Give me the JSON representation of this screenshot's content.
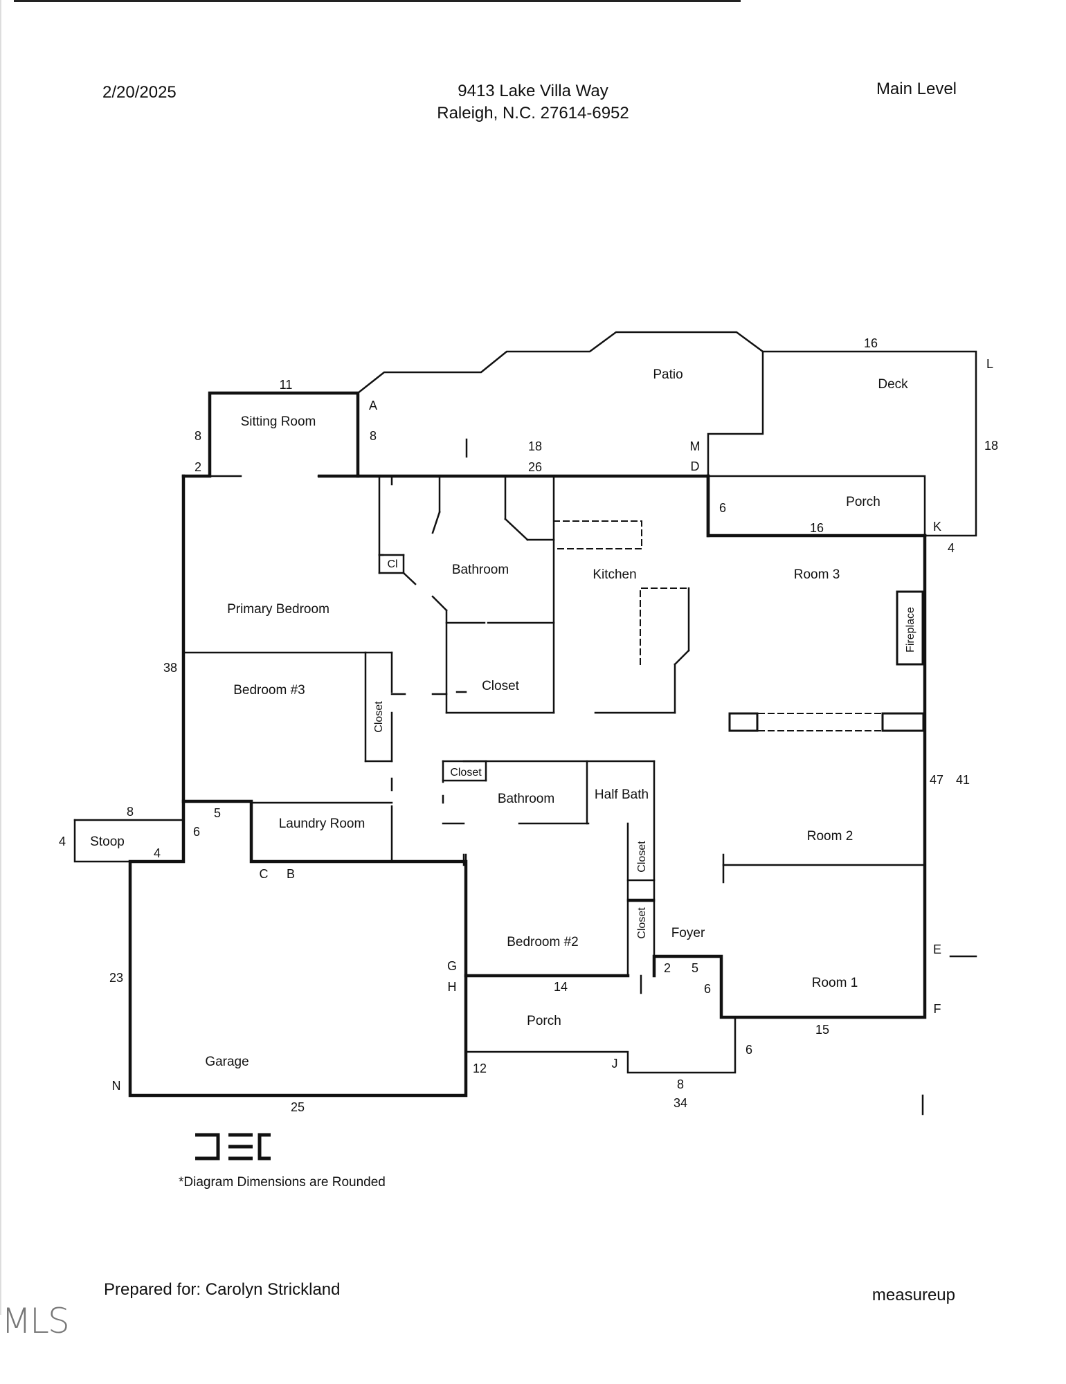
{
  "header": {
    "date": "2/20/2025",
    "address_line1": "9413 Lake Villa Way",
    "address_line2": "Raleigh, N.C. 27614-6952",
    "level": "Main Level"
  },
  "rooms": {
    "sitting_room": "Sitting Room",
    "patio": "Patio",
    "deck": "Deck",
    "porch_back": "Porch",
    "bathroom_primary": "Bathroom",
    "cl": "Cl",
    "kitchen": "Kitchen",
    "room3": "Room 3",
    "primary_bedroom": "Primary Bedroom",
    "fireplace": "Fireplace",
    "closet_walkin": "Closet",
    "bedroom3": "Bedroom #3",
    "closet_bed3": "Closet",
    "closet_small": "Closet",
    "bathroom_hall": "Bathroom",
    "half_bath": "Half Bath",
    "laundry": "Laundry Room",
    "stoop": "Stoop",
    "room2": "Room 2",
    "closet_hall1": "Closet",
    "closet_hall2": "Closet",
    "foyer": "Foyer",
    "bedroom2": "Bedroom #2",
    "room1": "Room 1",
    "porch_front": "Porch",
    "garage": "Garage"
  },
  "dimensions": {
    "d11": "11",
    "d8a": "8",
    "d2": "2",
    "d8b": "8",
    "d18top": "18",
    "d26": "26",
    "d16top": "16",
    "d18right": "18",
    "d6porch": "6",
    "d16porch": "16",
    "d4right": "4",
    "d38": "38",
    "d47": "47",
    "d41": "41",
    "d8stoop": "8",
    "d4stoop_l": "4",
    "d4stoop_r": "4",
    "d5": "5",
    "d6laundry": "6",
    "d23": "23",
    "d25": "25",
    "d14": "14",
    "d2foyer": "2",
    "d5foyer": "5",
    "d6foyer": "6",
    "d15": "15",
    "d6front": "6",
    "d12": "12",
    "d8front": "8",
    "d34": "34"
  },
  "points": {
    "A": "A",
    "B": "B",
    "C": "C",
    "D": "D",
    "E": "E",
    "F": "F",
    "G": "G",
    "H": "H",
    "J": "J",
    "K": "K",
    "L": "L",
    "M": "M",
    "N": "N"
  },
  "footer": {
    "note": "*Diagram Dimensions are Rounded",
    "prepared_for": "Prepared for: Carolyn Strickland",
    "brand": "measureup",
    "logo_text": "DEC",
    "watermark": "MLS"
  }
}
